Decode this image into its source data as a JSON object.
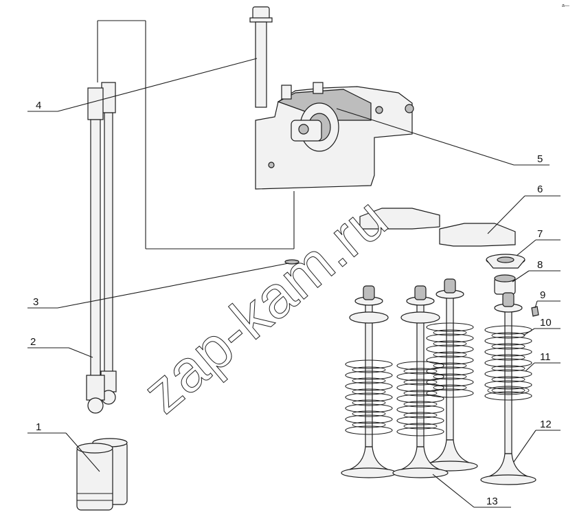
{
  "watermark": "zap-kam.ru",
  "corner_mark": "a—",
  "callouts": [
    {
      "id": 1,
      "label": "1"
    },
    {
      "id": 2,
      "label": "2"
    },
    {
      "id": 3,
      "label": "3"
    },
    {
      "id": 4,
      "label": "4"
    },
    {
      "id": 5,
      "label": "5"
    },
    {
      "id": 6,
      "label": "6"
    },
    {
      "id": 7,
      "label": "7"
    },
    {
      "id": 8,
      "label": "8"
    },
    {
      "id": 9,
      "label": "9"
    },
    {
      "id": 10,
      "label": "10"
    },
    {
      "id": 11,
      "label": "11"
    },
    {
      "id": 12,
      "label": "12"
    },
    {
      "id": 13,
      "label": "13"
    }
  ]
}
